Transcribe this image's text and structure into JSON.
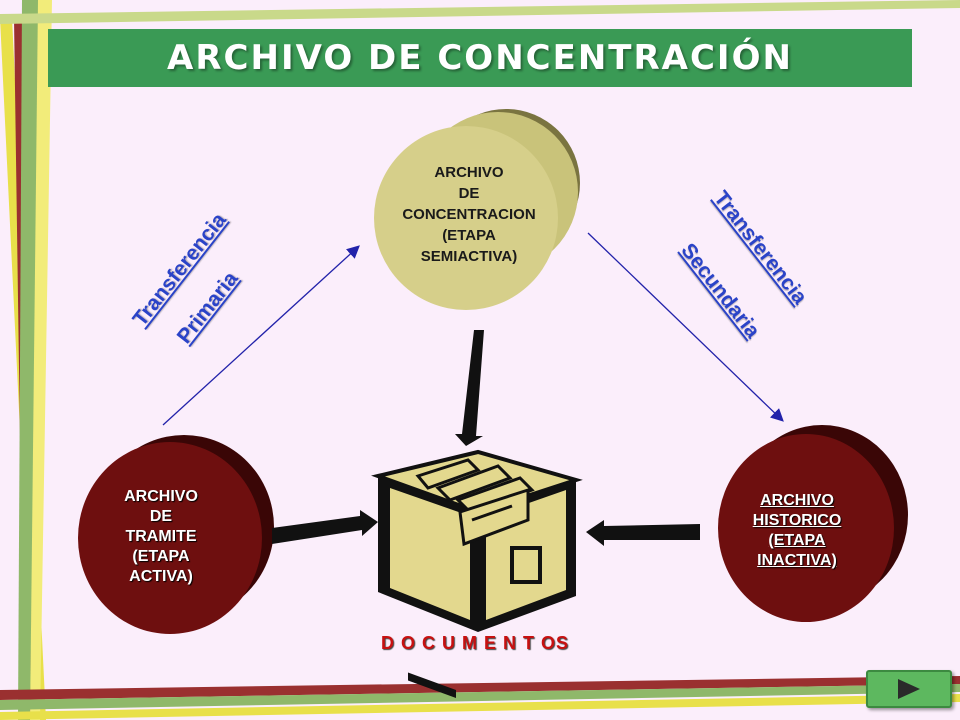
{
  "title": "ARCHIVO DE CONCENTRACIÓN",
  "concentracion": [
    "ARCHIVO",
    "DE",
    "CONCENTRACION",
    "(ETAPA",
    "SEMIACTIVA)"
  ],
  "tramite": [
    "ARCHIVO",
    "DE",
    "TRAMITE",
    "(ETAPA",
    "ACTIVA)"
  ],
  "historico": [
    "ARCHIVO",
    "HISTORICO",
    "(ETAPA",
    "INACTIVA)"
  ],
  "transferencia_primaria": [
    "Transferencia",
    "Primaria"
  ],
  "transferencia_secundaria": [
    "Transferencia",
    "Secundaria"
  ],
  "documentos_label": "D O C U M E N T OS",
  "icons": {
    "nav": "play-arrow-icon",
    "cabinet": "file-cabinet-icon"
  },
  "colors": {
    "title_bar": "#3a9a55",
    "concentracion_circle": "#c9c37a",
    "dark_circles": "#6e0f0f",
    "transfer_text": "#2a43c8",
    "documentos_text": "#c81010"
  }
}
